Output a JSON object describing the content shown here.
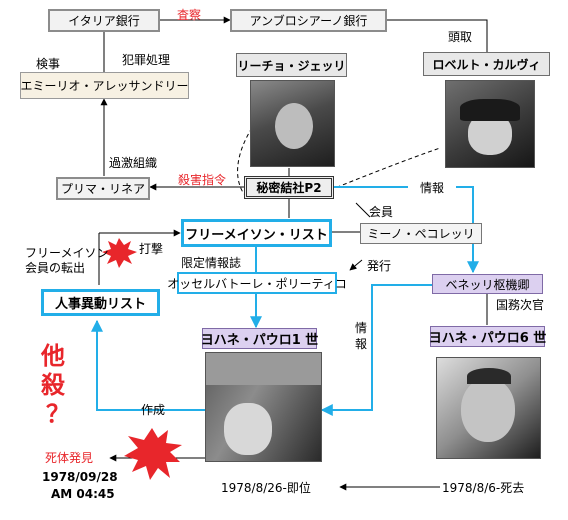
{
  "nodes": {
    "italy_bank": "イタリア銀行",
    "ambrosiano_bank": "アンブロシアーノ銀行",
    "prosecutor": "エミーリオ・アレッサンドリー",
    "gelli": "リーチョ・ジェッリ",
    "calvi": "ロベルト・カルヴィ",
    "prima_linea": "プリマ・リネア",
    "p2": "秘密結社P2",
    "freemason_list": "フリーメイソン・リスト",
    "pecorelli": "ミーノ・ペコレッリ",
    "osservatore": "オッセルバトーレ・ポリーティコ",
    "benelli": "ベネッリ枢機卿",
    "personnel_list": "人事異動リスト",
    "jp1": "ヨハネ・パウロ1 世",
    "jp6": "ヨハネ・パウロ6 世"
  },
  "labels": {
    "inspection": "査察",
    "president": "頭取",
    "prosecutor_role": "検事",
    "crime": "犯罪処理",
    "radical_org": "過激組織",
    "murder_order": "殺害指令",
    "info1": "情報",
    "member": "会員",
    "freemason_transfer_1": "フリーメイソン",
    "freemason_transfer_2": "会員の転出",
    "blow": "打撃",
    "limited_magazine": "限定情報誌",
    "publish": "発行",
    "undersecretary": "国務次官",
    "info2_a": "情",
    "info2_b": "報",
    "create": "作成",
    "murder_a": "他",
    "murder_b": "殺",
    "murder_c": "？",
    "body_found": "死体発見",
    "date": "1978/09/28",
    "time": "AM 04:45",
    "enthroned": "1978/8/26-即位",
    "died": "1978/8/6-死去"
  },
  "colors": {
    "cyan": "#22aee8",
    "red": "#e8262b",
    "purple": "#dcd0f0"
  }
}
